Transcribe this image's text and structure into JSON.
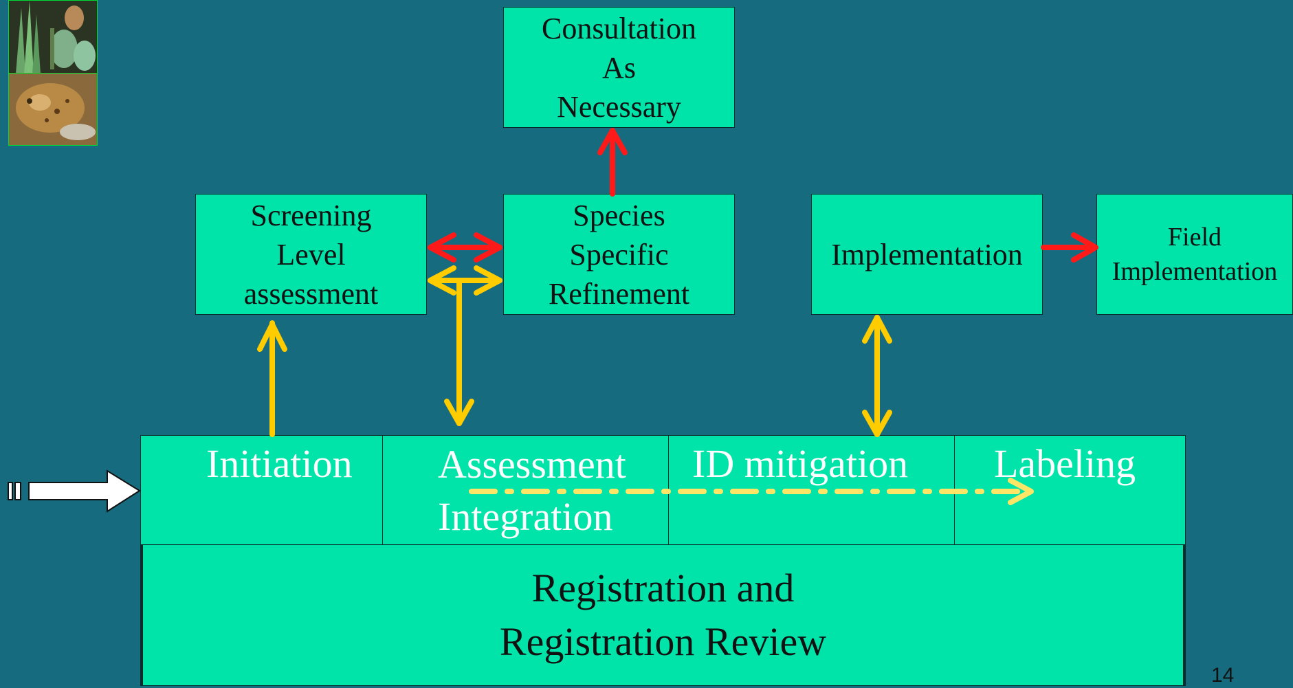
{
  "boxes": {
    "consultation": "Consultation\nAs\nNecessary",
    "screening": "Screening\nLevel\nassessment",
    "species": "Species\nSpecific\nRefinement",
    "implementation": "Implementation",
    "field": "Field\nImplementation"
  },
  "phases": {
    "initiation": "Initiation",
    "assessment": "Assessment\nIntegration",
    "id_mitigation": "ID mitigation",
    "labeling": "Labeling"
  },
  "registration": "Registration and\nRegistration Review",
  "page_number": "14",
  "colors": {
    "background": "#176b7f",
    "box_fill": "#00e3a9",
    "red_arrow": "#ff1a1a",
    "yellow_arrow": "#ffcc00",
    "dashed_arrow": "#ffe566"
  },
  "photos": [
    "plant-photo",
    "frog-photo"
  ]
}
